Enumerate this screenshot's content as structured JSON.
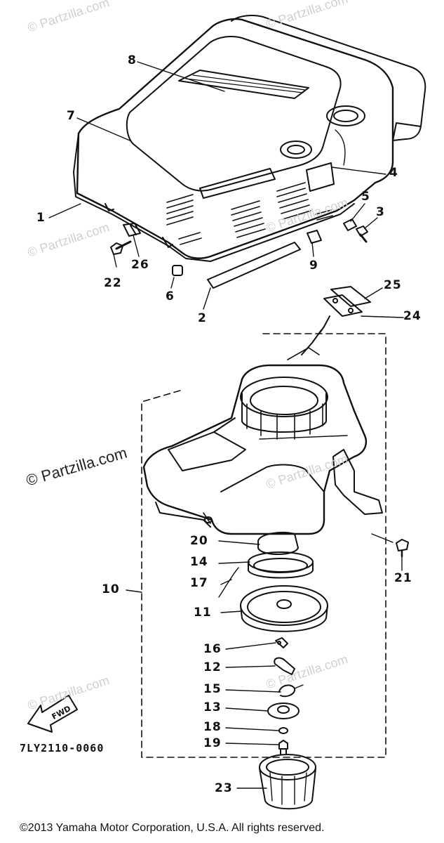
{
  "watermarks": {
    "main": "© Partzilla.com",
    "faint": "© Partzilla.com"
  },
  "drawing_code": "7LY2110-0060",
  "fwd_label": "FWD",
  "copyright": "©2013 Yamaha Motor Corporation, U.S.A. All rights reserved.",
  "callouts": [
    {
      "key": "p1",
      "label": "1"
    },
    {
      "key": "p2",
      "label": "2"
    },
    {
      "key": "p3",
      "label": "3"
    },
    {
      "key": "p4",
      "label": "4"
    },
    {
      "key": "p5",
      "label": "5"
    },
    {
      "key": "p6",
      "label": "6"
    },
    {
      "key": "p7",
      "label": "7"
    },
    {
      "key": "p8",
      "label": "8"
    },
    {
      "key": "p9",
      "label": "9"
    },
    {
      "key": "p10",
      "label": "10"
    },
    {
      "key": "p11",
      "label": "11"
    },
    {
      "key": "p12",
      "label": "12"
    },
    {
      "key": "p13",
      "label": "13"
    },
    {
      "key": "p14",
      "label": "14"
    },
    {
      "key": "p15",
      "label": "15"
    },
    {
      "key": "p16",
      "label": "16"
    },
    {
      "key": "p17",
      "label": "17"
    },
    {
      "key": "p18",
      "label": "18"
    },
    {
      "key": "p19",
      "label": "19"
    },
    {
      "key": "p20",
      "label": "20"
    },
    {
      "key": "p21",
      "label": "21"
    },
    {
      "key": "p22",
      "label": "22"
    },
    {
      "key": "p23",
      "label": "23"
    },
    {
      "key": "p24",
      "label": "24"
    },
    {
      "key": "p25",
      "label": "25"
    },
    {
      "key": "p26",
      "label": "26"
    }
  ]
}
